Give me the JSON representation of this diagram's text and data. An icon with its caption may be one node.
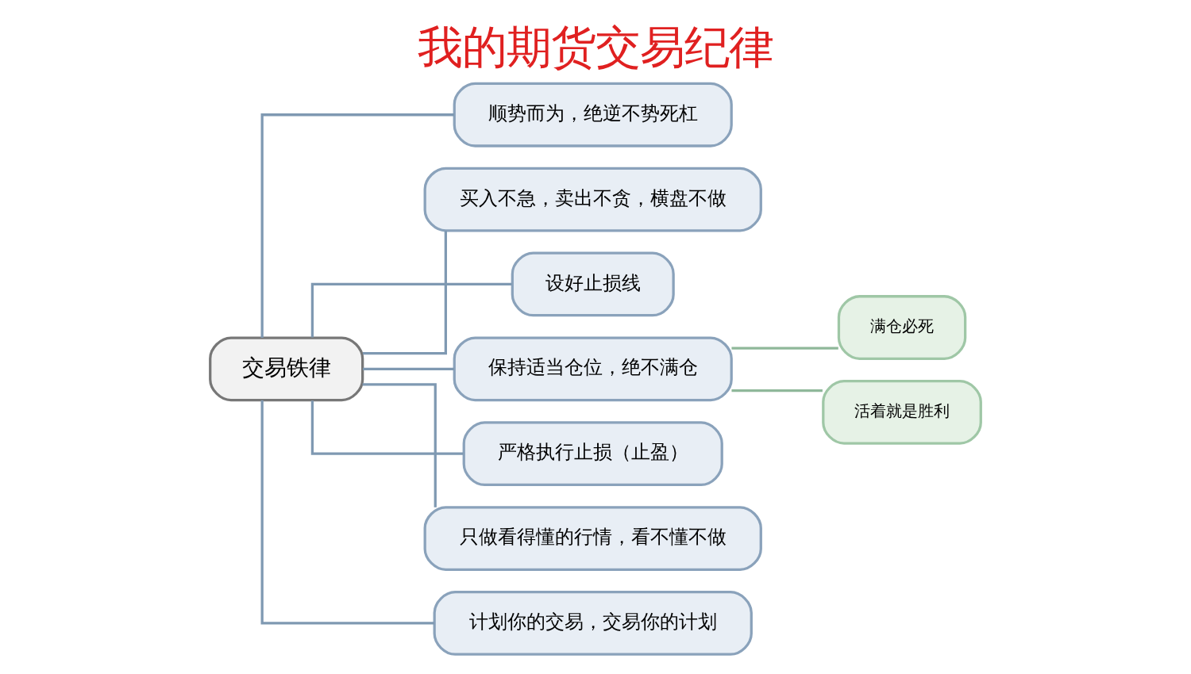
{
  "diagram": {
    "title": "我的期货交易纪律",
    "nodes": [
      {
        "text": [
          "交易铁律"
        ]
      },
      {
        "text": [
          "顺势而为，绝逆不势死杠"
        ]
      },
      {
        "text": [
          "买入不急，卖出不贪，横盘不做"
        ]
      },
      {
        "text": [
          "设好止损线"
        ]
      },
      {
        "text": [
          "保持适当仓位，绝不满仓"
        ]
      },
      {
        "text": [
          "满仓必死"
        ]
      },
      {
        "text": [
          "活着就是胜利"
        ]
      },
      {
        "text": [
          "严格执行止损（止盈）"
        ]
      },
      {
        "text": [
          "只做看得懂的行情，看不懂不做"
        ]
      },
      {
        "text": [
          "计划你的交易，交易你的计划"
        ]
      }
    ],
    "edges": [
      {
        "from": 0,
        "to": 1,
        "arrow": "none"
      },
      {
        "from": 0,
        "to": 2,
        "arrow": "none"
      },
      {
        "from": 0,
        "to": 3,
        "arrow": "none"
      },
      {
        "from": 0,
        "to": 4,
        "arrow": "none"
      },
      {
        "from": 4,
        "to": 5,
        "arrow": "none",
        "color": "#8fb89a"
      },
      {
        "from": 4,
        "to": 6,
        "arrow": "none",
        "color": "#8fb89a"
      },
      {
        "from": 0,
        "to": 7,
        "arrow": "none"
      },
      {
        "from": 0,
        "to": 8,
        "arrow": "none"
      },
      {
        "from": 0,
        "to": 9,
        "arrow": "none"
      }
    ]
  }
}
